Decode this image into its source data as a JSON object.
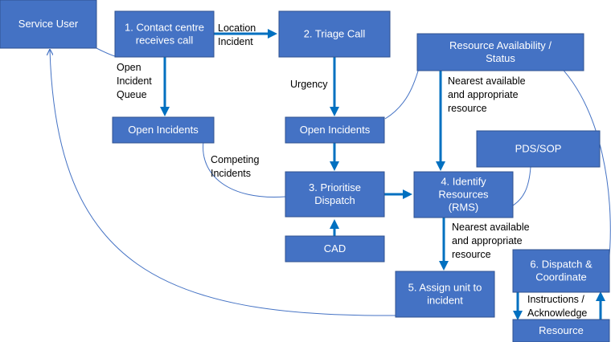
{
  "nodes": {
    "service_user": [
      "Service User"
    ],
    "contact_centre": [
      "1. Contact centre",
      "receives call"
    ],
    "triage_call": [
      "2. Triage Call"
    ],
    "resource_availability": [
      "Resource Availability /",
      "Status"
    ],
    "open_incidents_left": [
      "Open Incidents"
    ],
    "open_incidents_mid": [
      "Open Incidents"
    ],
    "pds_sop": [
      "PDS/SOP"
    ],
    "prioritise_dispatch": [
      "3. Prioritise",
      "Dispatch"
    ],
    "identify_resources": [
      "4. Identify",
      "Resources",
      "(RMS)"
    ],
    "cad": [
      "CAD"
    ],
    "assign_unit": [
      "5. Assign unit to",
      "incident"
    ],
    "dispatch_coordinate": [
      "6. Dispatch &",
      "Coordinate"
    ],
    "resource": [
      "Resource"
    ]
  },
  "edge_labels": {
    "location_incident": [
      "Location",
      "Incident"
    ],
    "open_incident_queue": [
      "Open",
      "Incident",
      "Queue"
    ],
    "urgency": [
      "Urgency"
    ],
    "nearest_available_1": [
      "Nearest available",
      "and appropriate",
      "resource"
    ],
    "competing_incidents": [
      "Competing",
      "Incidents"
    ],
    "nearest_available_2": [
      "Nearest available",
      "and appropriate",
      "resource"
    ],
    "instructions_acknowledge": [
      "Instructions /",
      "Acknowledge"
    ]
  },
  "colors": {
    "box_fill": "#4472C4",
    "box_border": "#2F528F",
    "arrow": "#0070C0",
    "connector": "#4472C4"
  }
}
